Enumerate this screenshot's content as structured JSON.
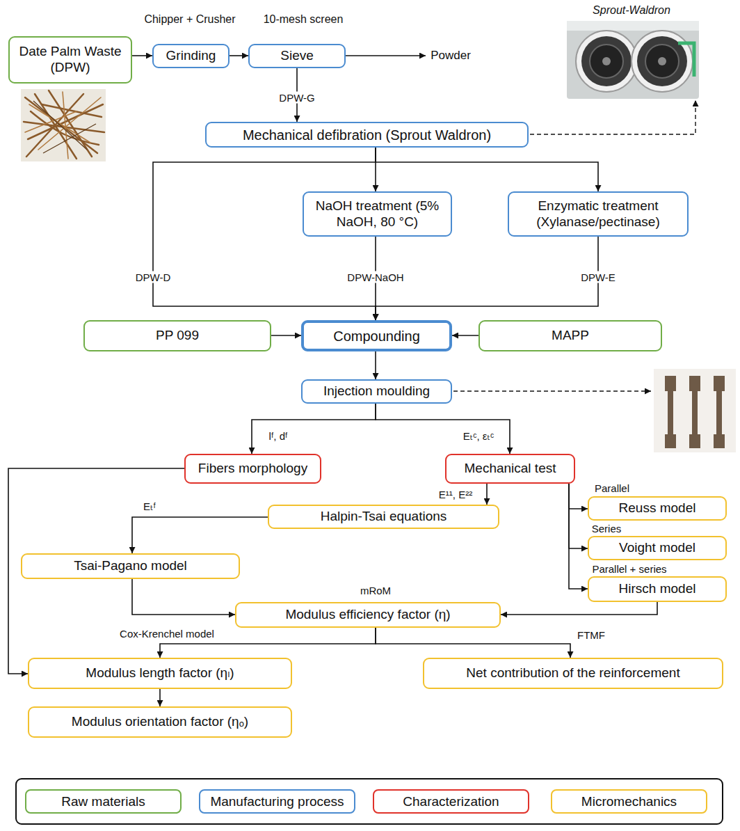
{
  "diagram": {
    "nodes": [
      {
        "text": [
          "Date Palm Waste (DPW)"
        ]
      },
      {
        "text": [
          "Grinding"
        ]
      },
      {
        "text": [
          "Sieve"
        ]
      },
      {
        "text": [
          "Mechanical defibration (Sprout Waldron)"
        ]
      },
      {
        "text": [
          "NaOH treatment (5% NaOH, 80 °C)"
        ]
      },
      {
        "text": [
          "Enzymatic treatment (Xylanase/pectinase)"
        ]
      },
      {
        "text": [
          "PP 099"
        ]
      },
      {
        "text": [
          "Compounding"
        ]
      },
      {
        "text": [
          "MAPP"
        ]
      },
      {
        "text": [
          "Injection moulding"
        ]
      },
      {
        "text": [
          "Fibers morphology"
        ]
      },
      {
        "text": [
          "Mechanical test"
        ]
      },
      {
        "text": [
          "Halpin-Tsai equations"
        ]
      },
      {
        "text": [
          "Tsai-Pagano model"
        ]
      },
      {
        "text": [
          "Reuss model"
        ]
      },
      {
        "text": [
          "Voight model"
        ]
      },
      {
        "text": [
          "Hirsch model"
        ]
      },
      {
        "text": [
          "Modulus efficiency factor (η)"
        ]
      },
      {
        "text": [
          "Modulus length factor (ηₗ)"
        ]
      },
      {
        "text": [
          "Modulus orientation factor (ηₒ)"
        ]
      },
      {
        "text": [
          "Net contribution of the reinforcement"
        ]
      }
    ],
    "edges": [
      {
        "from": 0,
        "to": 1,
        "arrow": "to"
      },
      {
        "from": 1,
        "to": 2,
        "arrow": "to"
      },
      {
        "from": 2,
        "to": 3,
        "label": "DPW-G",
        "arrow": "to"
      },
      {
        "from": 3,
        "to": 7,
        "label": "DPW-D",
        "arrow": "to"
      },
      {
        "from": 3,
        "to": 4,
        "arrow": "to"
      },
      {
        "from": 3,
        "to": 5,
        "arrow": "to"
      },
      {
        "from": 4,
        "to": 7,
        "label": "DPW-NaOH",
        "arrow": "to"
      },
      {
        "from": 5,
        "to": 7,
        "label": "DPW-E",
        "arrow": "to"
      },
      {
        "from": 6,
        "to": 7,
        "arrow": "to"
      },
      {
        "from": 8,
        "to": 7,
        "arrow": "to"
      },
      {
        "from": 7,
        "to": 9,
        "arrow": "to"
      },
      {
        "from": 9,
        "to": 10,
        "label": "lᶠ, dᶠ",
        "arrow": "to"
      },
      {
        "from": 9,
        "to": 11,
        "label": "Eₜᶜ, εₜᶜ",
        "arrow": "to"
      },
      {
        "from": 11,
        "to": 12,
        "label": "E¹¹, E²²",
        "arrow": "to"
      },
      {
        "from": 12,
        "to": 13,
        "label": "Eₜᶠ",
        "arrow": "to"
      },
      {
        "from": 11,
        "to": 14,
        "label": "Parallel",
        "arrow": "to"
      },
      {
        "from": 11,
        "to": 15,
        "label": "Series",
        "arrow": "to"
      },
      {
        "from": 11,
        "to": 16,
        "label": "Parallel + series",
        "arrow": "to"
      },
      {
        "from": 13,
        "to": 17,
        "arrow": "to"
      },
      {
        "from": 16,
        "to": 17,
        "arrow": "to"
      },
      {
        "from": 17,
        "to": 18,
        "label": "Cox-Krenchel model",
        "arrow": "to"
      },
      {
        "from": 17,
        "to": 20,
        "label": "FTMF",
        "arrow": "to"
      },
      {
        "from": 10,
        "to": 18,
        "arrow": "to"
      },
      {
        "from": 18,
        "to": 19,
        "arrow": "to"
      }
    ],
    "labels": [
      "Chipper + Crusher",
      "10-mesh screen",
      "Powder",
      "Sprout-Waldron",
      "mRoM"
    ],
    "legend": [
      {
        "text": "Raw materials",
        "color": "#70ad47"
      },
      {
        "text": "Manufacturing process",
        "color": "#4a8bd0"
      },
      {
        "text": "Characterization",
        "color": "#e0322a"
      },
      {
        "text": "Micromechanics",
        "color": "#f2c12e"
      }
    ]
  }
}
